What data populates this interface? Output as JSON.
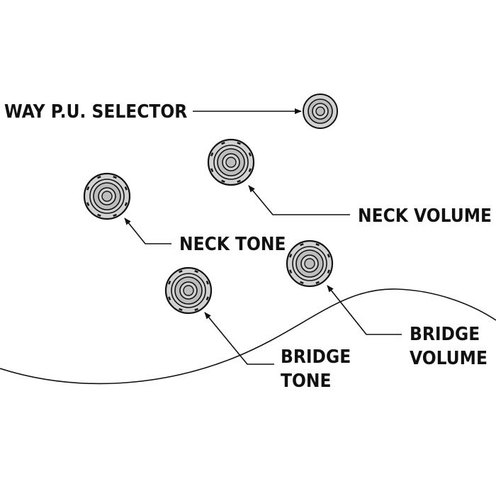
{
  "colors": {
    "ink": "#111111",
    "knob_fill": "#d2d2d2",
    "knob_inner": "#bdbdbd",
    "background": "#ffffff"
  },
  "controls": [
    {
      "id": "selector",
      "label_lines": [
        "WAY P.U. SELECTOR"
      ],
      "icon": "selector-knob-icon"
    },
    {
      "id": "neck-volume",
      "label_lines": [
        "NECK VOLUME"
      ],
      "icon": "pot-knob-icon"
    },
    {
      "id": "neck-tone",
      "label_lines": [
        "NECK TONE"
      ],
      "icon": "pot-knob-icon"
    },
    {
      "id": "bridge-volume",
      "label_lines": [
        "BRIDGE",
        "VOLUME"
      ],
      "icon": "pot-knob-icon"
    },
    {
      "id": "bridge-tone",
      "label_lines": [
        "BRIDGE",
        "TONE"
      ],
      "icon": "pot-knob-icon"
    }
  ]
}
